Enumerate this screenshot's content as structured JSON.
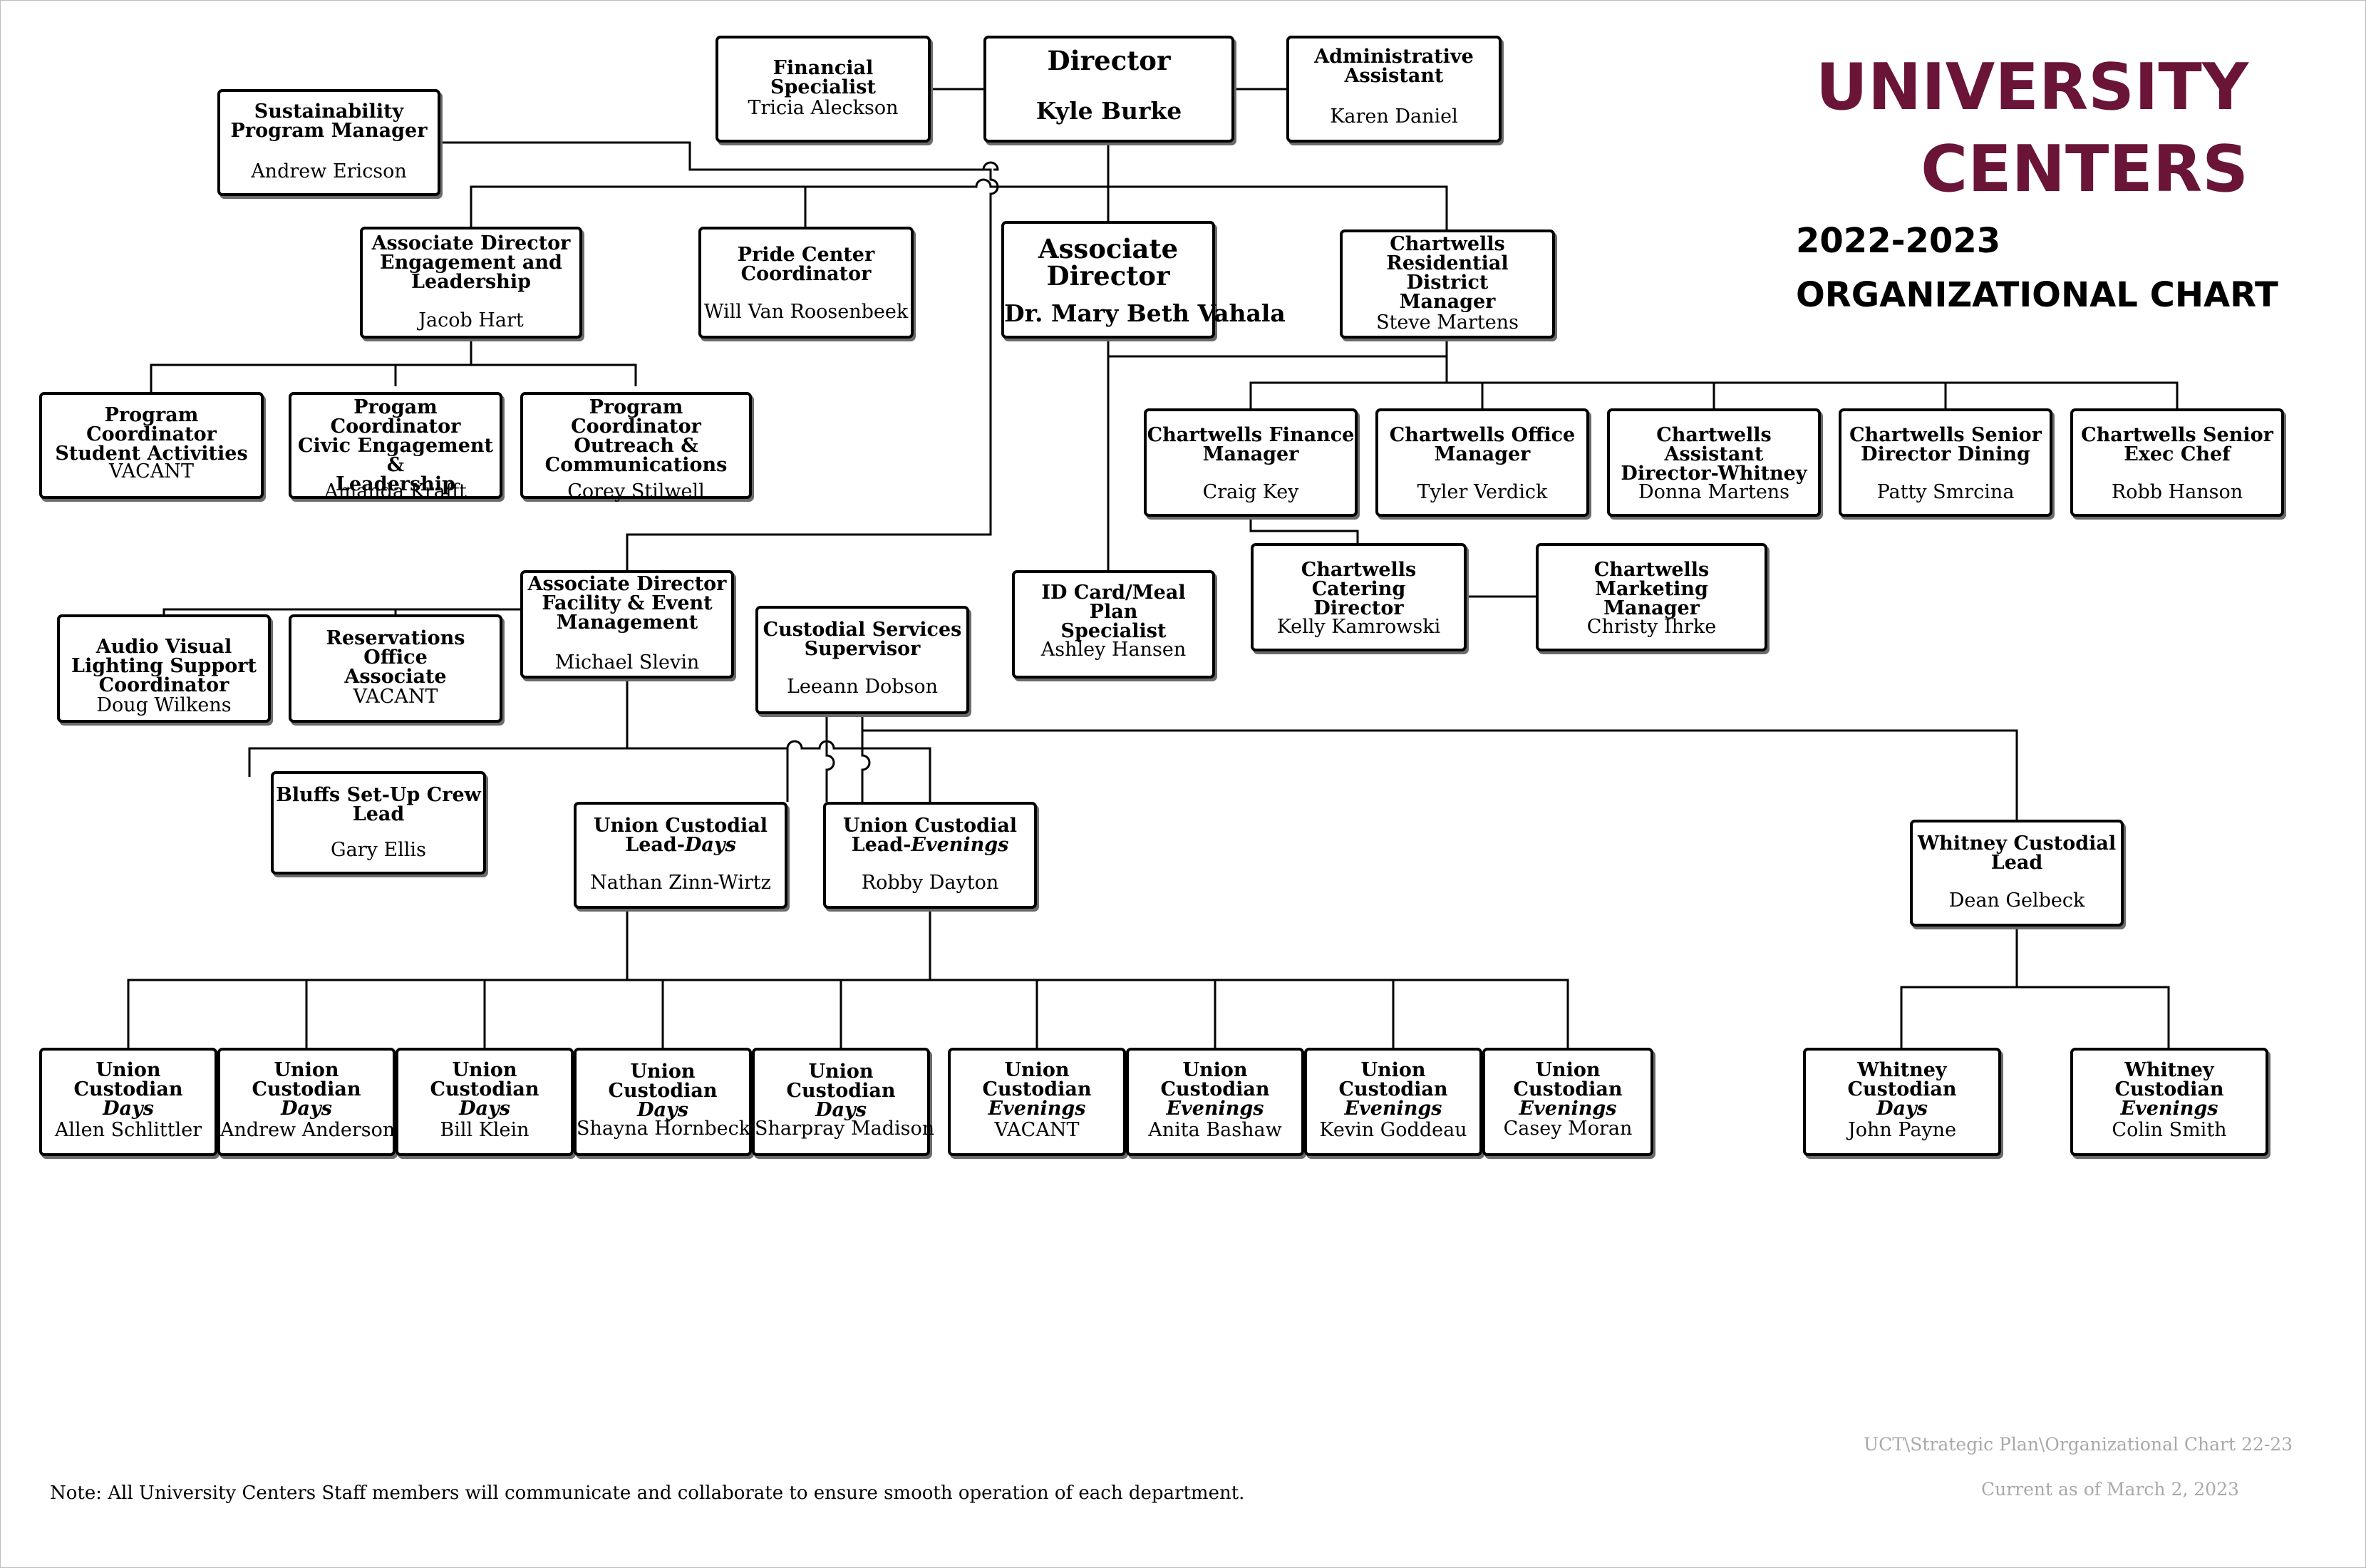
{
  "header": {
    "title_line1": "UNIVERSITY",
    "title_line2": "CENTERS",
    "subtitle_line1": "2022-2023",
    "subtitle_line2": "ORGANIZATIONAL CHART"
  },
  "footer": {
    "note": "Note: All University Centers Staff members will communicate and collaborate to ensure smooth operation of each department.",
    "path": "UCT\\Strategic Plan\\Organizational Chart 22-23",
    "as_of": "Current as of March 2, 2023"
  },
  "boxes": [
    {
      "id": "director",
      "title": "Director",
      "name": "Kyle Burke"
    },
    {
      "id": "financial",
      "title": "Financial Specialist",
      "name": "Tricia Aleckson"
    },
    {
      "id": "admin",
      "title": "Administrative\nAssistant",
      "name": "Karen Daniel"
    },
    {
      "id": "sustain",
      "title": "Sustainability\nProgram Manager",
      "name": "Andrew Ericson"
    },
    {
      "id": "ad_engage",
      "title": "Associate Director\nEngagement and\nLeadership",
      "name": "Jacob Hart"
    },
    {
      "id": "pride",
      "title": "Pride Center\nCoordinator",
      "name": "Will Van Roosenbeek"
    },
    {
      "id": "assoc_dir",
      "title": "Associate\nDirector",
      "name": "Dr. Mary Beth Vahala"
    },
    {
      "id": "chartwells_rdm",
      "title": "Chartwells\nResidential District\nManager",
      "name": "Steve Martens"
    },
    {
      "id": "pc_student",
      "title": "Program Coordinator\nStudent Activities",
      "name": "VACANT"
    },
    {
      "id": "pc_civic",
      "title": "Progam Coordinator\nCivic Engagement &\nLeadership",
      "name": "Amanda Krafft"
    },
    {
      "id": "pc_outreach",
      "title": "Program Coordinator\nOutreach &\nCommunications",
      "name": "Corey Stilwell"
    },
    {
      "id": "cw_finance",
      "title": "Chartwells Finance\nManager",
      "name": "Craig Key"
    },
    {
      "id": "cw_office",
      "title": "Chartwells Office\nManager",
      "name": "Tyler Verdick"
    },
    {
      "id": "cw_asst_dir",
      "title": "Chartwells Assistant\nDirector-Whitney",
      "name": "Donna Martens"
    },
    {
      "id": "cw_dining",
      "title": "Chartwells Senior\nDirector Dining",
      "name": "Patty Smrcina"
    },
    {
      "id": "cw_chef",
      "title": "Chartwells Senior\nExec Chef",
      "name": "Robb Hanson"
    },
    {
      "id": "cw_catering",
      "title": "Chartwells Catering\nDirector",
      "name": "Kelly Kamrowski"
    },
    {
      "id": "cw_marketing",
      "title": "Chartwells Marketing\nManager",
      "name": "Christy Ihrke"
    },
    {
      "id": "idcard",
      "title": "ID Card/Meal Plan\nSpecialist",
      "name": "Ashley Hansen"
    },
    {
      "id": "ad_facility",
      "title": "Associate Director\nFacility & Event\nManagement",
      "name": "Michael Slevin"
    },
    {
      "id": "av",
      "title": "Audio Visual\nLighting Support\nCoordinator",
      "name": "Doug Wilkens"
    },
    {
      "id": "reservations",
      "title": "Reservations Office\nAssociate",
      "name": "VACANT"
    },
    {
      "id": "custodial_sup",
      "title": "Custodial Services\nSupervisor",
      "name": "Leeann Dobson"
    },
    {
      "id": "bluffs",
      "title": "Bluffs Set-Up Crew\nLead",
      "name": "Gary Ellis"
    },
    {
      "id": "uc_lead_days",
      "title": "Union Custodial\nLead-",
      "title_em": "Days",
      "name": "Nathan Zinn-Wirtz"
    },
    {
      "id": "uc_lead_eve",
      "title": "Union Custodial\nLead-",
      "title_em": "Evenings",
      "name": "Robby Dayton"
    },
    {
      "id": "whitney_lead",
      "title": "Whitney Custodial\nLead",
      "name": "Dean Gelbeck"
    },
    {
      "id": "uc1",
      "title": "Union Custodian\n",
      "title_em": "Days",
      "name": "Allen Schlittler"
    },
    {
      "id": "uc2",
      "title": "Union Custodian\n",
      "title_em": "Days",
      "name": "Andrew Anderson"
    },
    {
      "id": "uc3",
      "title": "Union Custodian\n",
      "title_em": "Days",
      "name": "Bill Klein"
    },
    {
      "id": "uc4",
      "title": "Union Custodian\n",
      "title_em": "Days",
      "name": "Shayna Hornbeck"
    },
    {
      "id": "uc5",
      "title": "Union Custodian\n",
      "title_em": "Days",
      "name": "Sharpray Madison"
    },
    {
      "id": "uc6",
      "title": "Union Custodian\n",
      "title_em": "Evenings",
      "name": "VACANT"
    },
    {
      "id": "uc7",
      "title": "Union Custodian\n",
      "title_em": "Evenings",
      "name": "Anita Bashaw"
    },
    {
      "id": "uc8",
      "title": "Union Custodian\n",
      "title_em": "Evenings",
      "name": "Kevin Goddeau"
    },
    {
      "id": "uc9",
      "title": "Union Custodian\n",
      "title_em": "Evenings",
      "name": "Casey Moran"
    },
    {
      "id": "wc_days",
      "title": "Whitney Custodian\n",
      "title_em": "Days",
      "name": "John Payne"
    },
    {
      "id": "wc_eve",
      "title": "Whitney Custodian\n",
      "title_em": "Evenings",
      "name": "Colin Smith"
    }
  ]
}
